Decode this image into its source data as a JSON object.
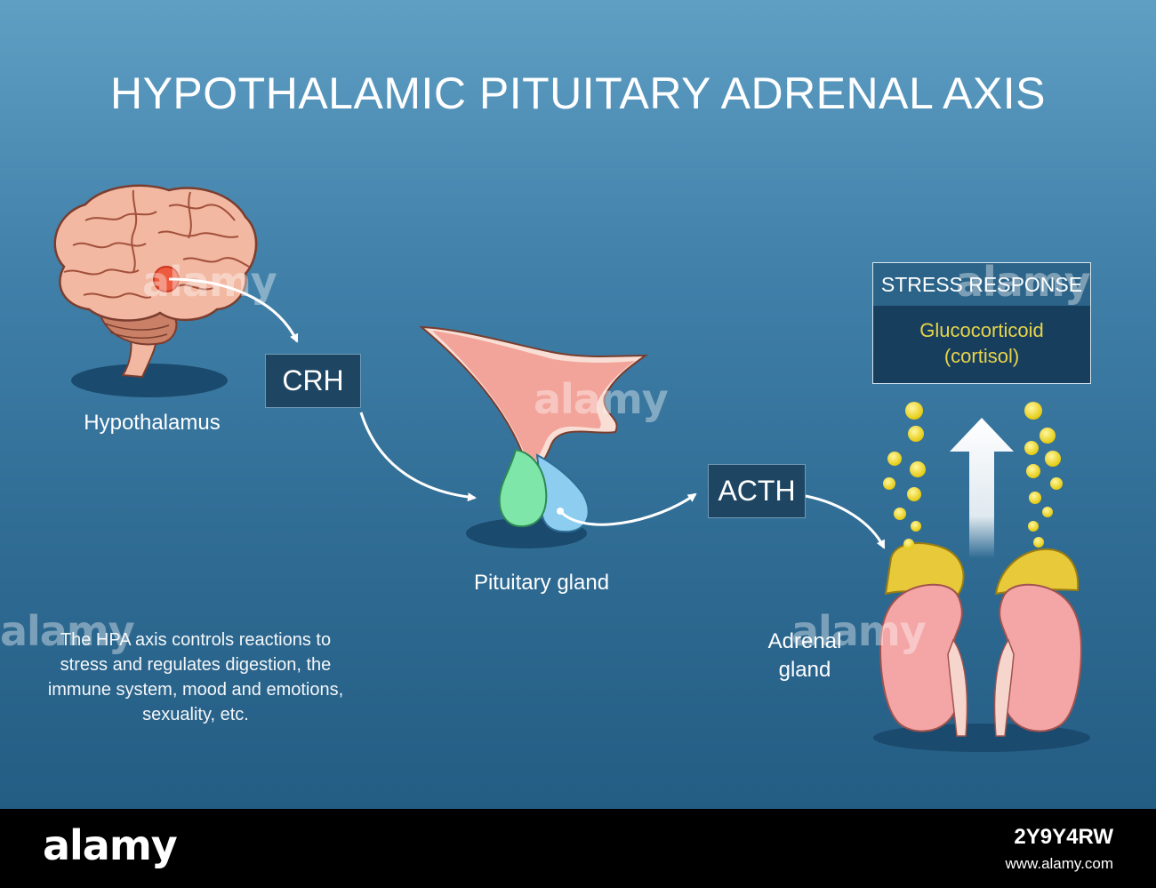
{
  "title": "HYPOTHALAMIC PITUITARY ADRENAL AXIS",
  "nodes": {
    "hypothalamus": "Hypothalamus",
    "pituitary": "Pituitary gland",
    "adrenal": "Adrenal\ngland"
  },
  "hormones": {
    "crh": "CRH",
    "acth": "ACTH"
  },
  "stress_box": {
    "heading": "STRESS RESPONSE",
    "line1": "Glucocorticoid",
    "line2": "(cortisol)"
  },
  "description": "The HPA axis controls reactions to stress and regulates digestion, the immune system, mood and emotions, sexuality, etc.",
  "watermark": "alamy",
  "footer": {
    "brand": "alamy",
    "image_id": "2Y9Y4RW",
    "site": "www.alamy.com"
  },
  "colors": {
    "background_top": "#5f9fc4",
    "background_bottom": "#245d84",
    "tag_fill": "#1e4662",
    "cortisol_text": "#e8d44b",
    "brain": "#f2b8a2",
    "pituitary_stalk": "#f3a49a",
    "anterior_lobe": "#7ee6a8",
    "posterior_lobe": "#8ccdf0",
    "kidney": "#f4a5a5",
    "adrenal_cap": "#e8c93a"
  }
}
